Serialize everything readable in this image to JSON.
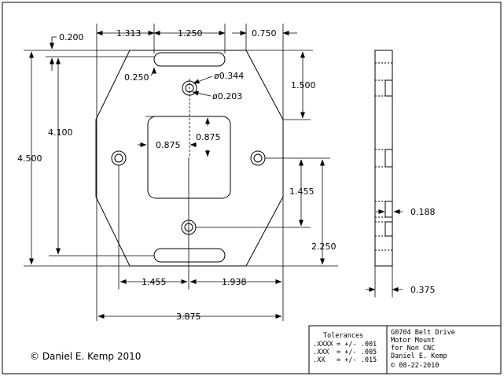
{
  "dimensions": {
    "top_left_offset": "0.200",
    "slot_x": "1.313",
    "slot_length": "1.250",
    "corner_chamfer": "0.750",
    "slot_y": "0.250",
    "hole_large": "ø0.344",
    "hole_small": "ø0.203",
    "right_top": "1.500",
    "overall_height": "4.500",
    "inner_height": "4.100",
    "pocket_x": "0.875",
    "pocket_y": "0.875",
    "hole_spacing_y": "1.455",
    "center_y": "2.250",
    "bottom_left": "1.455",
    "bottom_right": "1.938",
    "overall_width": "3.875",
    "side_notch": "0.188",
    "thickness": "0.375"
  },
  "tolerances": {
    "heading": "Tolerances",
    "rows": [
      {
        "key": ".XXXX",
        "value": "= +/- .001"
      },
      {
        "key": ".XXX",
        "value": "= +/- .005"
      },
      {
        "key": ".XX",
        "value": "= +/- .015"
      }
    ]
  },
  "title_block": {
    "line1": "G0704 Belt Drive",
    "line2": "Motor Mount",
    "line3": "for Non CNC",
    "line4": "Daniel E. Kemp",
    "date": "© 08-22-2010"
  },
  "copyright": "© Daniel E. Kemp 2010"
}
